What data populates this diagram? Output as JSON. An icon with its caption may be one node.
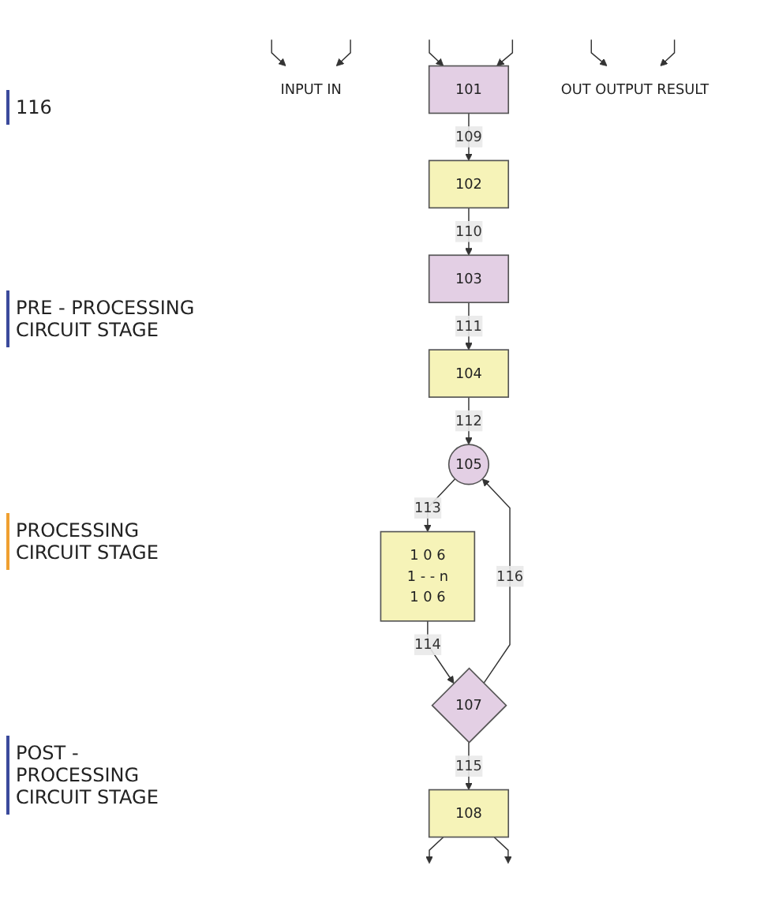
{
  "diagram": {
    "nodes": [
      {
        "text": [
          "INPUT IN"
        ]
      },
      {
        "text": [
          "101"
        ]
      },
      {
        "text": [
          "102"
        ]
      },
      {
        "text": [
          "103"
        ]
      },
      {
        "text": [
          "104"
        ]
      },
      {
        "text": [
          "105"
        ]
      },
      {
        "text": [
          "1 0 6",
          "1 - - n",
          "1 0 6"
        ]
      },
      {
        "text": [
          "107"
        ]
      },
      {
        "text": [
          "108"
        ]
      },
      {
        "text": [
          "OUT OUTPUT RESULT"
        ]
      }
    ],
    "edges": [
      {
        "from": null,
        "to": 1,
        "arrow": "to"
      },
      {
        "from": null,
        "to": 1,
        "arrow": "to"
      },
      {
        "from": null,
        "to": 0,
        "arrow": "to"
      },
      {
        "from": null,
        "to": 0,
        "arrow": "to"
      },
      {
        "from": 1,
        "to": 2,
        "arrow": "to",
        "label": "109"
      },
      {
        "from": 2,
        "to": 3,
        "arrow": "to",
        "label": "110"
      },
      {
        "from": 3,
        "to": 4,
        "arrow": "to",
        "label": "111"
      },
      {
        "from": 4,
        "to": 5,
        "arrow": "to",
        "label": "112"
      },
      {
        "from": 5,
        "to": 6,
        "arrow": "to",
        "label": "113"
      },
      {
        "from": 6,
        "to": 7,
        "arrow": "to",
        "label": "114"
      },
      {
        "from": 7,
        "to": 8,
        "arrow": "to",
        "label": "115"
      },
      {
        "from": 7,
        "to": 5,
        "arrow": "to",
        "label": "116"
      },
      {
        "from": 8,
        "to": null,
        "arrow": "to"
      },
      {
        "from": 8,
        "to": null,
        "arrow": "to"
      },
      {
        "from": null,
        "to": 9,
        "arrow": "to"
      },
      {
        "from": null,
        "to": 9,
        "arrow": "to"
      }
    ],
    "labels": [
      "116",
      "PRE - PROCESSING CIRCUIT STAGE",
      "PROCESSING CIRCUIT STAGE",
      "POST - PROCESSING CIRCUIT STAGE"
    ]
  }
}
